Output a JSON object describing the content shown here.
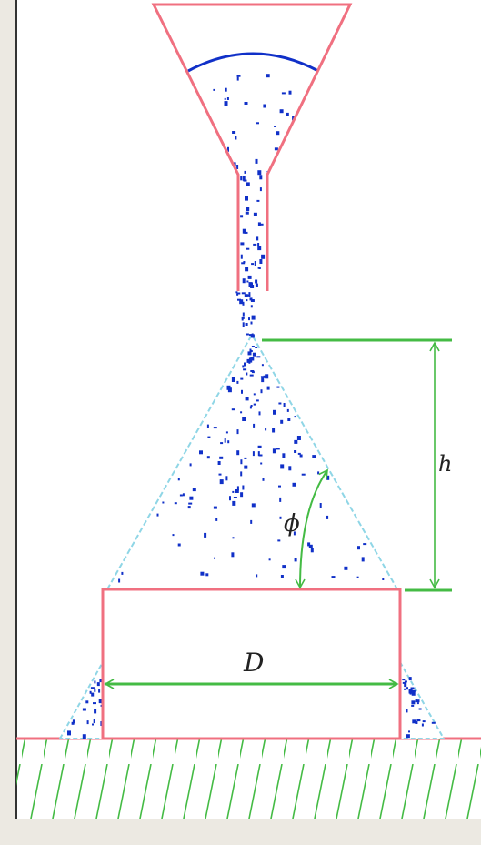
{
  "labels": {
    "height": "h",
    "angle": "ϕ",
    "diameter": "D"
  },
  "colors": {
    "walls": "#f07080",
    "dimensions": "#44bb44",
    "particles": "#1030c8",
    "cone_outline": "#8fd6e6",
    "hatching": "#44bb44",
    "panel_background": "#ffffff",
    "page_background": "#ece9e2"
  }
}
